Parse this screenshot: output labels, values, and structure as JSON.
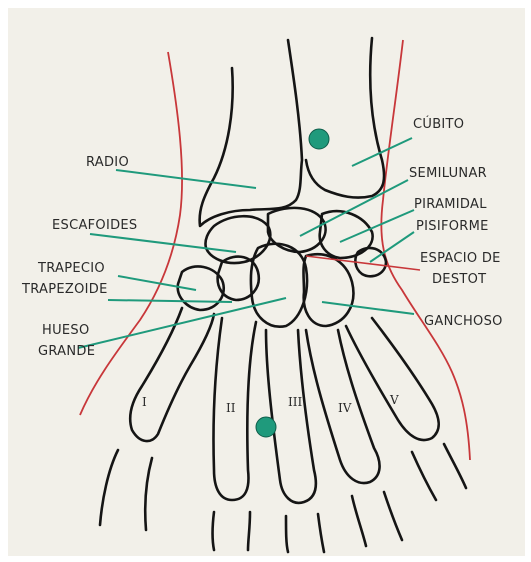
{
  "labels": {
    "cubito": "CÚBITO",
    "radio": "RADIO",
    "semilunar": "SEMILUNAR",
    "piramidal": "PIRAMIDAL",
    "pisiforme": "PISIFORME",
    "escafoides": "ESCAFOIDES",
    "espacio_destot_1": "ESPACIO DE",
    "espacio_destot_2": "DESTOT",
    "trapecio": "TRAPECIO",
    "trapezoide": "TRAPEZOIDE",
    "hueso_grande_1": "HUESO",
    "hueso_grande_2": "GRANDE",
    "ganchoso": "GANCHOSO"
  },
  "metacarpals": [
    "I",
    "II",
    "III",
    "IV",
    "V"
  ],
  "colors": {
    "leader": "#1f9a7c",
    "marker": "#1f9a7c",
    "skin_outline": "#c8373a",
    "bone_outline": "#151515",
    "background": "#f2f0e9"
  }
}
